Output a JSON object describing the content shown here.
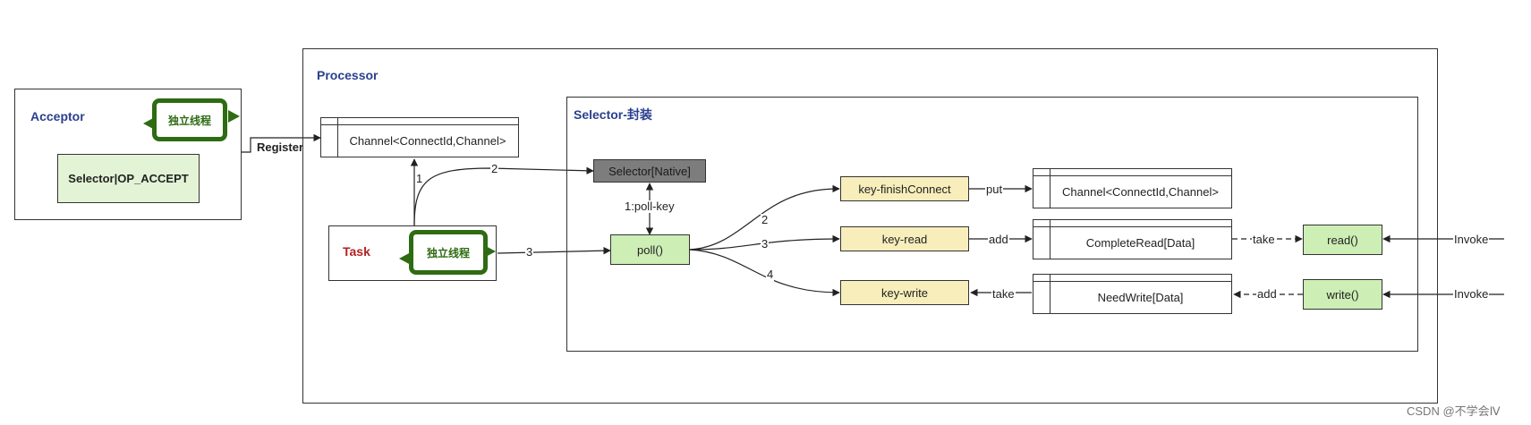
{
  "acceptor": {
    "title": "Acceptor",
    "thread_label": "独立线程",
    "selector_label": "Selector|OP_ACCEPT"
  },
  "register_label": "Register",
  "processor": {
    "title": "Processor",
    "channel_map_label": "Channel<ConnectId,Channel>",
    "task": {
      "title": "Task",
      "thread_label": "独立线程"
    },
    "edge_labels": {
      "e1": "1",
      "e2": "2",
      "e3": "3"
    }
  },
  "selector_wrapper": {
    "title": "Selector-封装",
    "native_label": "Selector[Native]",
    "poll_key_label": "1:poll-key",
    "poll_label": "poll()",
    "keys": {
      "finish_connect": "key-finishConnect",
      "read": "key-read",
      "write": "key-write"
    },
    "branch_labels": {
      "b2": "2",
      "b3": "3",
      "b4": "4"
    },
    "tables": {
      "channel_map": "Channel<ConnectId,Channel>",
      "complete_read": "CompleteRead[Data]",
      "need_write": "NeedWrite[Data]"
    },
    "ops": {
      "put": "put",
      "add": "add",
      "take_write": "take",
      "take_read": "take",
      "add_write": "add"
    },
    "read_fn": "read()",
    "write_fn": "write()",
    "invoke_read": "Invoke",
    "invoke_write": "Invoke"
  },
  "watermark": "CSDN @不学会Ⅳ",
  "colors": {
    "title_blue": "#2a3f8f",
    "task_red": "#b22222",
    "thread_green": "#2e6b12",
    "func_green": "#cdeeb5",
    "key_yellow": "#f7eebb",
    "native_gray": "#7d7d7d"
  }
}
